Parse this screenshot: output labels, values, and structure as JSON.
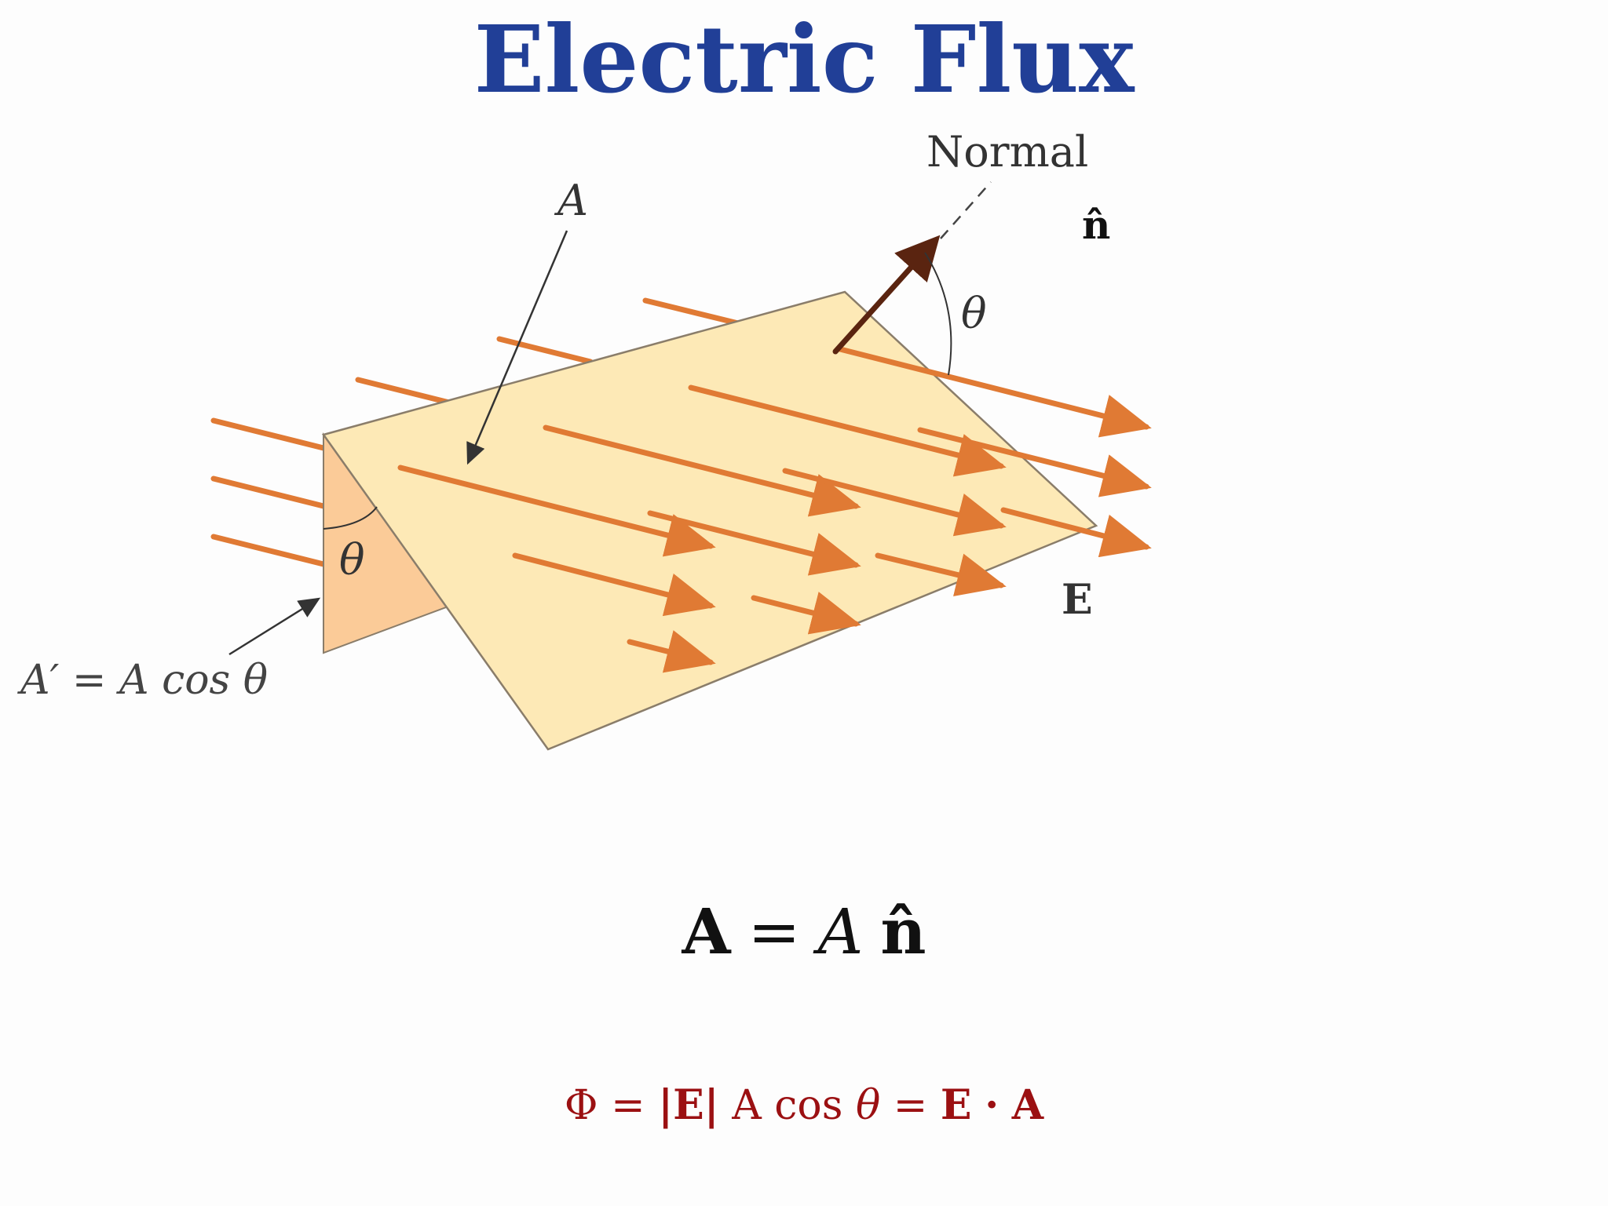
{
  "title": "Electric Flux",
  "labels": {
    "normal": "Normal",
    "area": "A",
    "theta_top": "θ",
    "theta_side": "θ",
    "n_hat": "n̂",
    "field": "E",
    "projected_area": "A′ = A cos θ"
  },
  "equation_area": {
    "lhs": "A",
    "eq": "=",
    "mag": "A",
    "unit": "n̂"
  },
  "equation_flux": {
    "phi": "Φ",
    "eq1": "=",
    "abs_e": "|E|",
    "a": "A",
    "cos": "cos",
    "theta": "θ",
    "eq2": "=",
    "e": "E",
    "dot": "·",
    "a_vec": "A"
  },
  "colors": {
    "title": "#213f97",
    "field_arrows": "#e07a34",
    "surface": "#fde9b6",
    "side_face": "#fbcb98",
    "normal_arrow": "#5a2410",
    "flux_equation": "#9b1012"
  }
}
